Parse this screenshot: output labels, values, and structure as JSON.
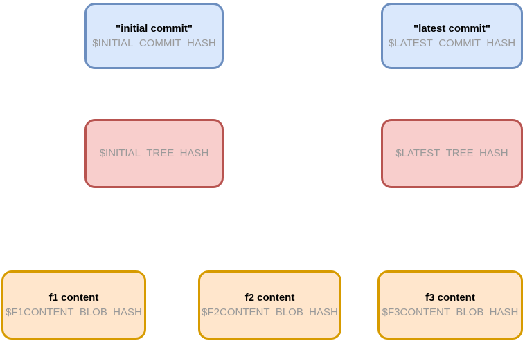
{
  "canvas": {
    "background": "#ffffff"
  },
  "colors": {
    "commit_fill": "#dae8fc",
    "commit_border": "#6c8ebf",
    "tree_fill": "#f8cecc",
    "tree_border": "#b85450",
    "blob_fill": "#ffe6cc",
    "blob_border": "#d79b00",
    "title_text": "#000000",
    "hash_text": "#999999"
  },
  "nodes": {
    "commit_initial": {
      "title": "\"initial commit\"",
      "hash": "$INITIAL_COMMIT_HASH"
    },
    "commit_latest": {
      "title": "\"latest commit\"",
      "hash": "$LATEST_COMMIT_HASH"
    },
    "tree_initial": {
      "hash": "$INITIAL_TREE_HASH"
    },
    "tree_latest": {
      "hash": "$LATEST_TREE_HASH"
    },
    "blob_f1": {
      "title": "f1 content",
      "hash": "$F1CONTENT_BLOB_HASH"
    },
    "blob_f2": {
      "title": "f2 content",
      "hash": "$F2CONTENT_BLOB_HASH"
    },
    "blob_f3": {
      "title": "f3 content",
      "hash": "$F3CONTENT_BLOB_HASH"
    }
  }
}
